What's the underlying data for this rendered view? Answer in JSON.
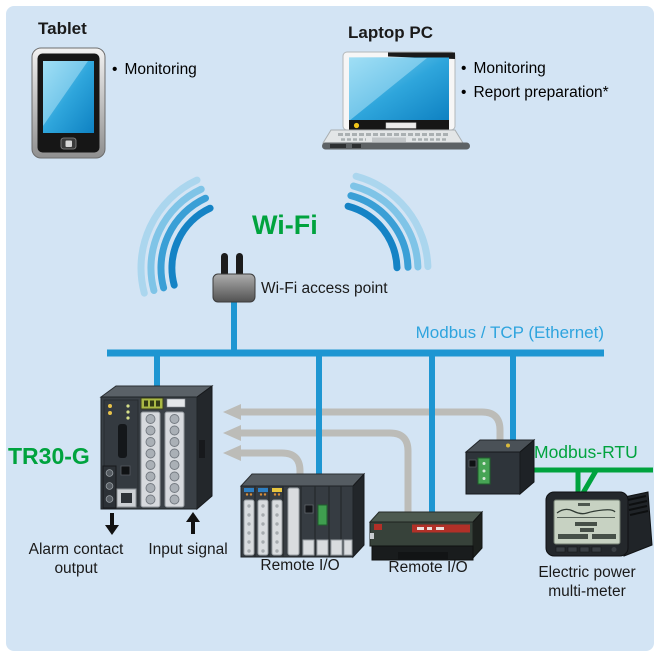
{
  "ui": {
    "bullet": "•"
  },
  "colors": {
    "background": "#d3e4f4",
    "frame": "#ffffff",
    "ethernet_line": "#1e96d2",
    "ethernet_label": "#2ea4de",
    "green_accent": "#00a33e",
    "arrow_gray": "#bcbcb8",
    "text": "#1a1a1a"
  },
  "tablet": {
    "title": "Tablet",
    "features": [
      "Monitoring"
    ]
  },
  "laptop": {
    "title": "Laptop PC",
    "features": [
      "Monitoring",
      "Report preparation*"
    ]
  },
  "wifi": {
    "label": "Wi-Fi",
    "access_point_label": "Wi-Fi access point"
  },
  "network": {
    "ethernet_bus_label": "Modbus / TCP (Ethernet)",
    "modbus_rtu_label": "Modbus-RTU"
  },
  "recorder": {
    "model_label": "TR30-G",
    "alarm_output_label": "Alarm contact output",
    "input_signal_label": "Input signal"
  },
  "field_devices": {
    "remote_io_1_label": "Remote I/O",
    "remote_io_2_label": "Remote I/O",
    "power_meter_label": "Electric power multi-meter"
  }
}
